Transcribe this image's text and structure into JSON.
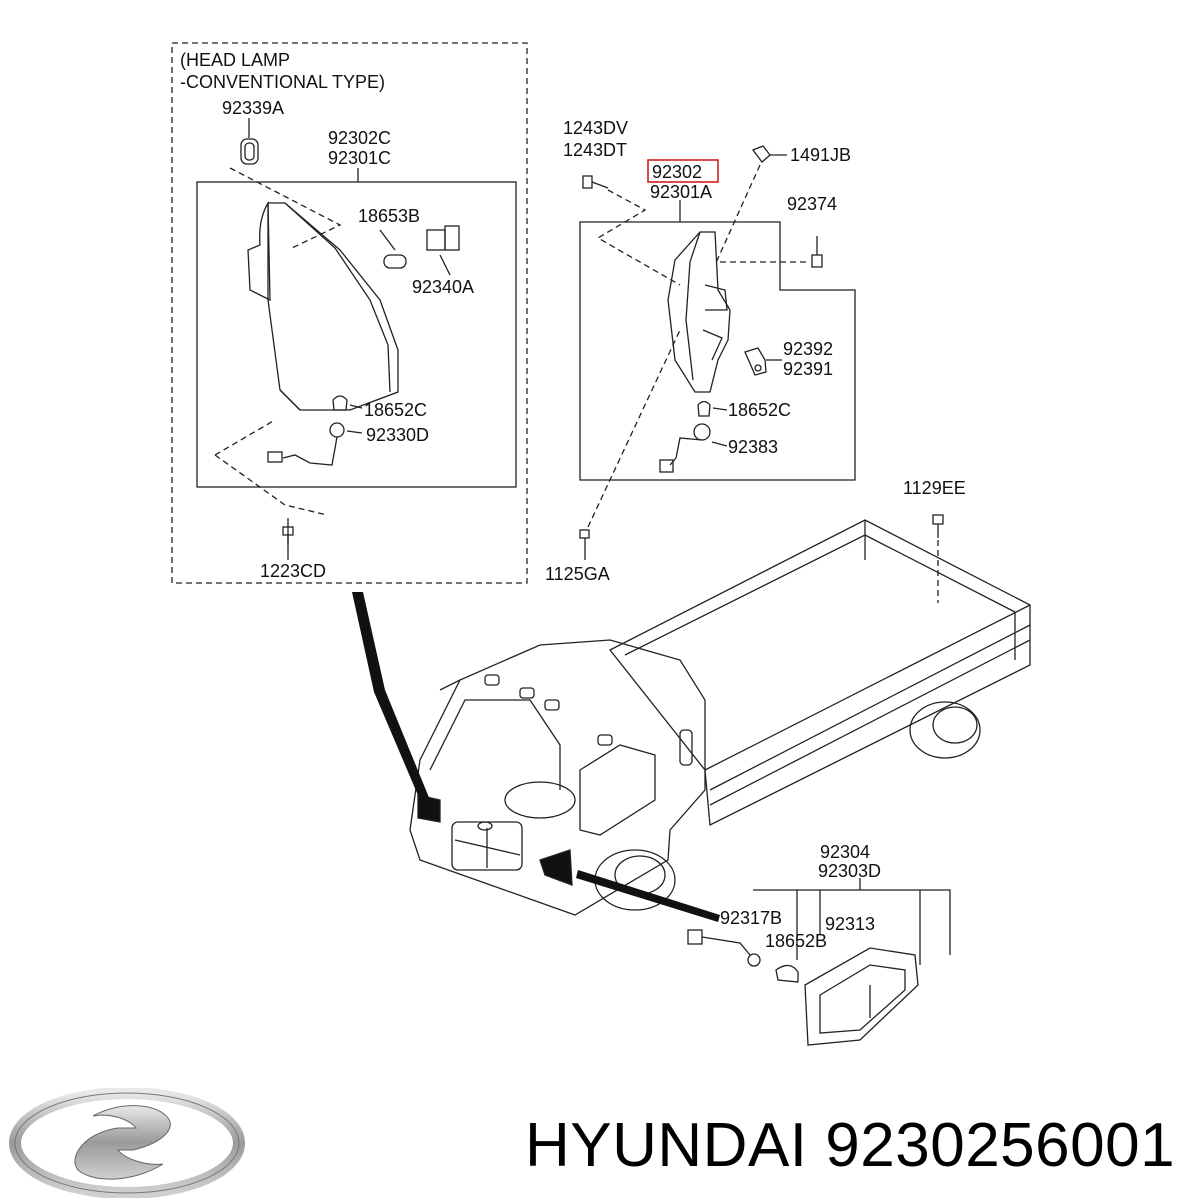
{
  "diagram": {
    "inset_title_line1": "(HEAD LAMP",
    "inset_title_line2": "-CONVENTIONAL TYPE)",
    "labels": {
      "p92339A": "92339A",
      "p92302C": "92302C",
      "p92301C": "92301C",
      "p18653B": "18653B",
      "p92340A": "92340A",
      "p18652C_left": "18652C",
      "p92330D": "92330D",
      "p1223CD": "1223CD",
      "p1243DV": "1243DV",
      "p1243DT": "1243DT",
      "p92302": "92302",
      "p92301A": "92301A",
      "p1491JB": "1491JB",
      "p92374": "92374",
      "p92392": "92392",
      "p92391": "92391",
      "p18652C_right": "18652C",
      "p92383": "92383",
      "p1125GA": "1125GA",
      "p1129EE": "1129EE",
      "p92304": "92304",
      "p92303D": "92303D",
      "p92317B": "92317B",
      "p92313": "92313",
      "p18652B": "18652B"
    },
    "highlight_color": "#d42020"
  },
  "footer": {
    "brand": "HYUNDAI",
    "part_number": "9230256001"
  }
}
